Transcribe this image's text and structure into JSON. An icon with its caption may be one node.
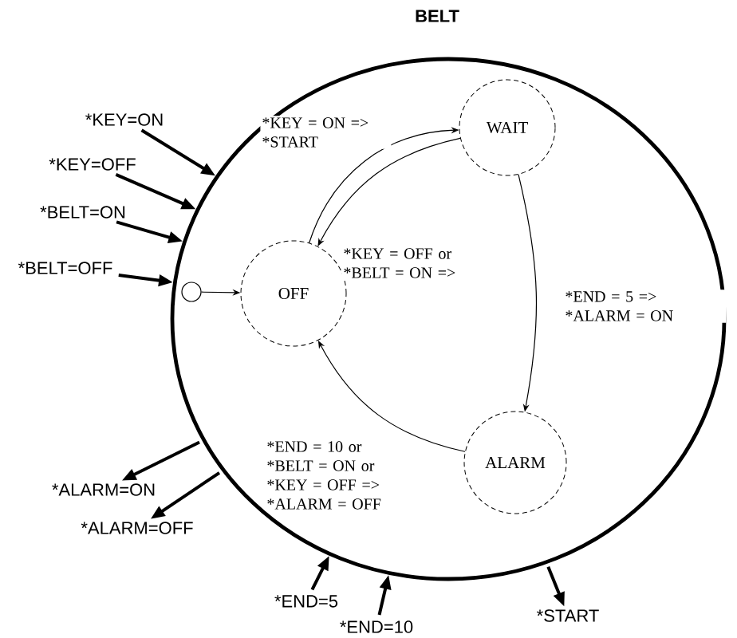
{
  "diagram": {
    "nodes": [
      {
        "text": [
          "BELT"
        ]
      },
      {
        "text": [
          "OFF"
        ],
        "in": 0
      },
      {
        "text": [
          "WAIT"
        ],
        "in": 0
      },
      {
        "text": [
          "ALARM"
        ],
        "in": 0
      },
      {
        "text": [],
        "shape": "circle",
        "in": 0
      },
      {
        "text": [
          "*KEY=ON"
        ]
      },
      {
        "text": [
          "*KEY=OFF"
        ]
      },
      {
        "text": [
          "*BELT=ON"
        ]
      },
      {
        "text": [
          "*BELT=OFF"
        ]
      },
      {
        "text": [
          "*ALARM=ON"
        ]
      },
      {
        "text": [
          "*ALARM=OFF"
        ]
      },
      {
        "text": [
          "*END=5"
        ]
      },
      {
        "text": [
          "*END=10"
        ]
      },
      {
        "text": [
          "*START"
        ]
      }
    ],
    "edges": [
      {
        "from": 1,
        "to": 2,
        "arrow": "to",
        "label": "*KEY = ON => *START"
      },
      {
        "from": 2,
        "to": 1,
        "arrow": "to",
        "label": "*KEY = OFF or *BELT = ON =>"
      },
      {
        "from": 2,
        "to": 3,
        "arrow": "to",
        "label": "*END = 5 => *ALARM = ON"
      },
      {
        "from": 3,
        "to": 1,
        "arrow": "to",
        "label": "*END = 10 or *BELT = ON or *KEY = OFF => *ALARM = OFF"
      },
      {
        "from": 4,
        "to": 1,
        "arrow": "to"
      },
      {
        "from": 5,
        "to": 0,
        "arrow": "to"
      },
      {
        "from": 6,
        "to": 0,
        "arrow": "to"
      },
      {
        "from": 7,
        "to": 0,
        "arrow": "to"
      },
      {
        "from": 8,
        "to": 0,
        "arrow": "to"
      },
      {
        "from": 0,
        "to": 9,
        "arrow": "to"
      },
      {
        "from": 0,
        "to": 10,
        "arrow": "to"
      },
      {
        "from": 11,
        "to": 0,
        "arrow": "to"
      },
      {
        "from": 12,
        "to": 0,
        "arrow": "to"
      },
      {
        "from": 0,
        "to": 13,
        "arrow": "to"
      }
    ]
  }
}
